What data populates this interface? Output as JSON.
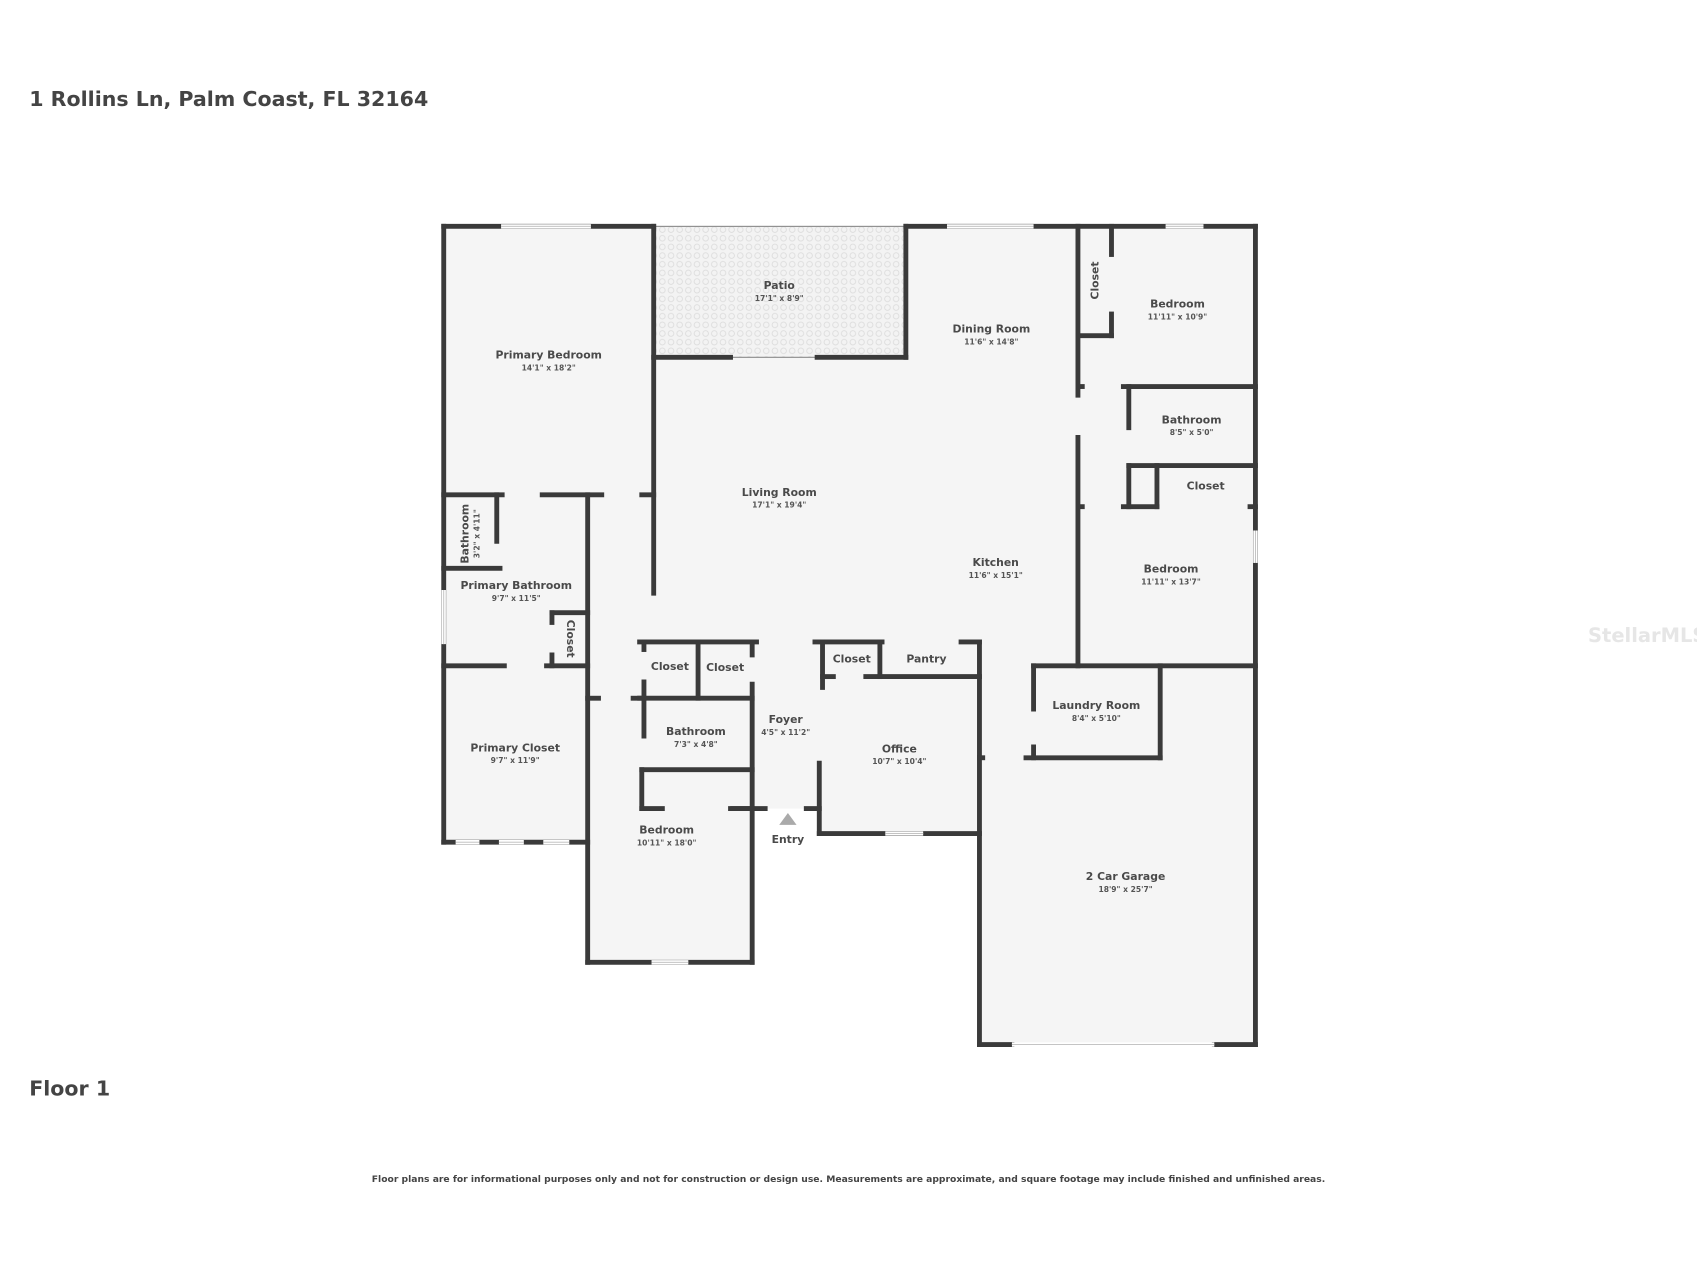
{
  "header": {
    "address": "1 Rollins Ln, Palm Coast, FL 32164"
  },
  "floor_label": "Floor 1",
  "entry_label": "Entry",
  "disclaimer": "Floor plans are for informational purposes only and not for construction or design use. Measurements are approximate, and square footage may include finished and unfinished areas.",
  "watermark": "StellarMLS",
  "colors": {
    "wall": "#3a3a3a",
    "floor": "#f5f5f5",
    "text": "#444444"
  },
  "rooms": [
    {
      "name": "Primary Bedroom",
      "dims": "14'1\" x 18'2\""
    },
    {
      "name": "Patio",
      "dims": "17'1\" x 8'9\""
    },
    {
      "name": "Dining Room",
      "dims": "11'6\" x 14'8\""
    },
    {
      "name": "Closet",
      "dims": ""
    },
    {
      "name": "Bedroom",
      "dims": "11'11\" x 10'9\""
    },
    {
      "name": "Bathroom",
      "dims": "8'5\" x 5'0\""
    },
    {
      "name": "Closet",
      "dims": ""
    },
    {
      "name": "Living Room",
      "dims": "17'1\" x 19'4\""
    },
    {
      "name": "Bathroom",
      "dims": "3'2\" x 4'11\""
    },
    {
      "name": "Kitchen",
      "dims": "11'6\" x 15'1\""
    },
    {
      "name": "Bedroom",
      "dims": "11'11\" x 13'7\""
    },
    {
      "name": "Primary Bathroom",
      "dims": "9'7\" x 11'5\""
    },
    {
      "name": "Closet",
      "dims": ""
    },
    {
      "name": "Closet",
      "dims": ""
    },
    {
      "name": "Closet",
      "dims": ""
    },
    {
      "name": "Closet",
      "dims": ""
    },
    {
      "name": "Pantry",
      "dims": ""
    },
    {
      "name": "Laundry Room",
      "dims": "8'4\" x 5'10\""
    },
    {
      "name": "Foyer",
      "dims": "4'5\" x 11'2\""
    },
    {
      "name": "Bathroom",
      "dims": "7'3\" x 4'8\""
    },
    {
      "name": "Primary Closet",
      "dims": "9'7\" x 11'9\""
    },
    {
      "name": "Office",
      "dims": "10'7\" x 10'4\""
    },
    {
      "name": "Bedroom",
      "dims": "10'11\" x 18'0\""
    },
    {
      "name": "2 Car Garage",
      "dims": "18'9\" x 25'7\""
    }
  ]
}
